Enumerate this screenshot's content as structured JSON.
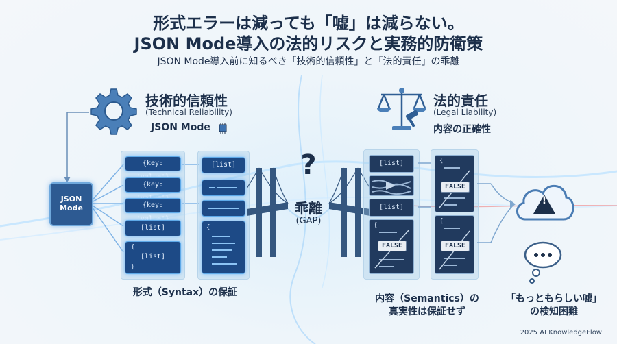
{
  "header": {
    "title_line1": "形式エラーは減っても「嘘」は減らない。",
    "title_line2": "JSON Mode導入の法的リスクと実務的防衛策",
    "subtitle": "JSON Mode導入前に知るべき「技術的信頼性」と「法的責任」の乖離"
  },
  "left": {
    "heading": "技術的信頼性",
    "heading_en": "(Technical Reliability)",
    "tag": "JSON Mode",
    "chip_label_line1": "JSON",
    "chip_label_line2": "Mode",
    "pills": [
      "{key: 'value'}",
      "{key: 'value'}",
      "{key: 'value'}",
      "[list]",
      "[list]"
    ],
    "right_pill": "[list]",
    "brace_open": "{",
    "brace_close": "}",
    "caption": "形式（Syntax）の保証"
  },
  "center": {
    "symbol": "?",
    "label": "乖離",
    "label_en": "(GAP)"
  },
  "right": {
    "heading": "法的責任",
    "heading_en": "(Legal Liability)",
    "tag": "内容の正確性",
    "pills": [
      "[list]",
      "[list]"
    ],
    "false_label": "FALSE",
    "brace_open": "{",
    "caption_line1": "内容（Semantics）の",
    "caption_line2": "真実性は保証せず"
  },
  "outcome": {
    "warning_symbol": "!",
    "caption_line1": "「もっともらしい嘘」",
    "caption_line2": "の検知困難"
  },
  "footer": "2025 AI KnowledgeFlow",
  "colors": {
    "navy": "#1c2f4a",
    "pill_blue": "#1d4a86",
    "glow": "#5ea9e8",
    "icon_blue": "#4a7fb8"
  }
}
